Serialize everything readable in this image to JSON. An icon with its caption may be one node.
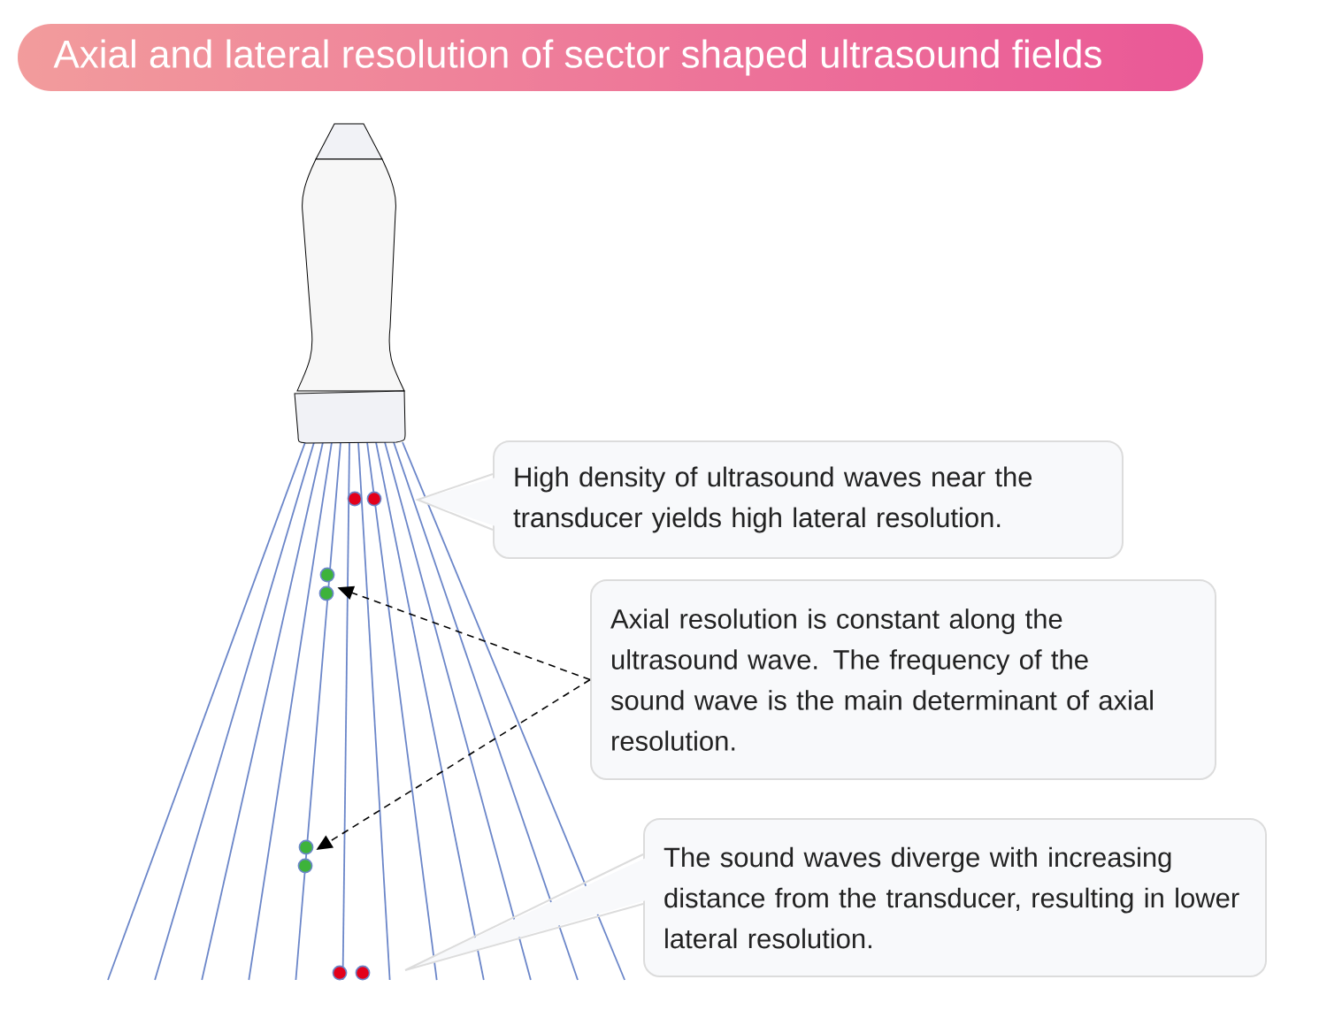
{
  "diagram": {
    "title": "Axial and lateral resolution of sector shaped ultrasound fields",
    "nodes": [
      {
        "text": [
          "High density of ultrasound waves near the transducer yields high lateral resolution."
        ]
      },
      {
        "text": [
          "Axial resolution is constant along the ultrasound wave. The frequency of the sound wave is the main determinant of axial resolution."
        ]
      },
      {
        "text": [
          "The sound waves diverge with increasing distance from the transducer, resulting in lower lateral resolution."
        ]
      },
      {
        "text": [],
        "shape": "circle"
      },
      {
        "text": [],
        "shape": "circle"
      }
    ],
    "edges": [
      {
        "from": 1,
        "to": 3,
        "arrow": "to",
        "style": "dashed"
      },
      {
        "from": 1,
        "to": 4,
        "arrow": "to",
        "style": "dashed"
      }
    ]
  }
}
